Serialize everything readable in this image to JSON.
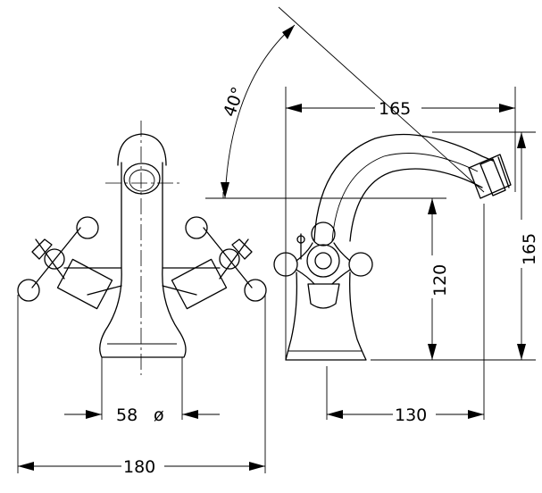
{
  "dimensions": {
    "base_diameter": "58",
    "diameter_symbol": "ø",
    "total_width": "180",
    "spout_reach": "165",
    "total_height": "165",
    "spout_height": "120",
    "base_depth": "130",
    "swivel_angle": "40°"
  },
  "views": [
    "front-view",
    "side-view"
  ]
}
